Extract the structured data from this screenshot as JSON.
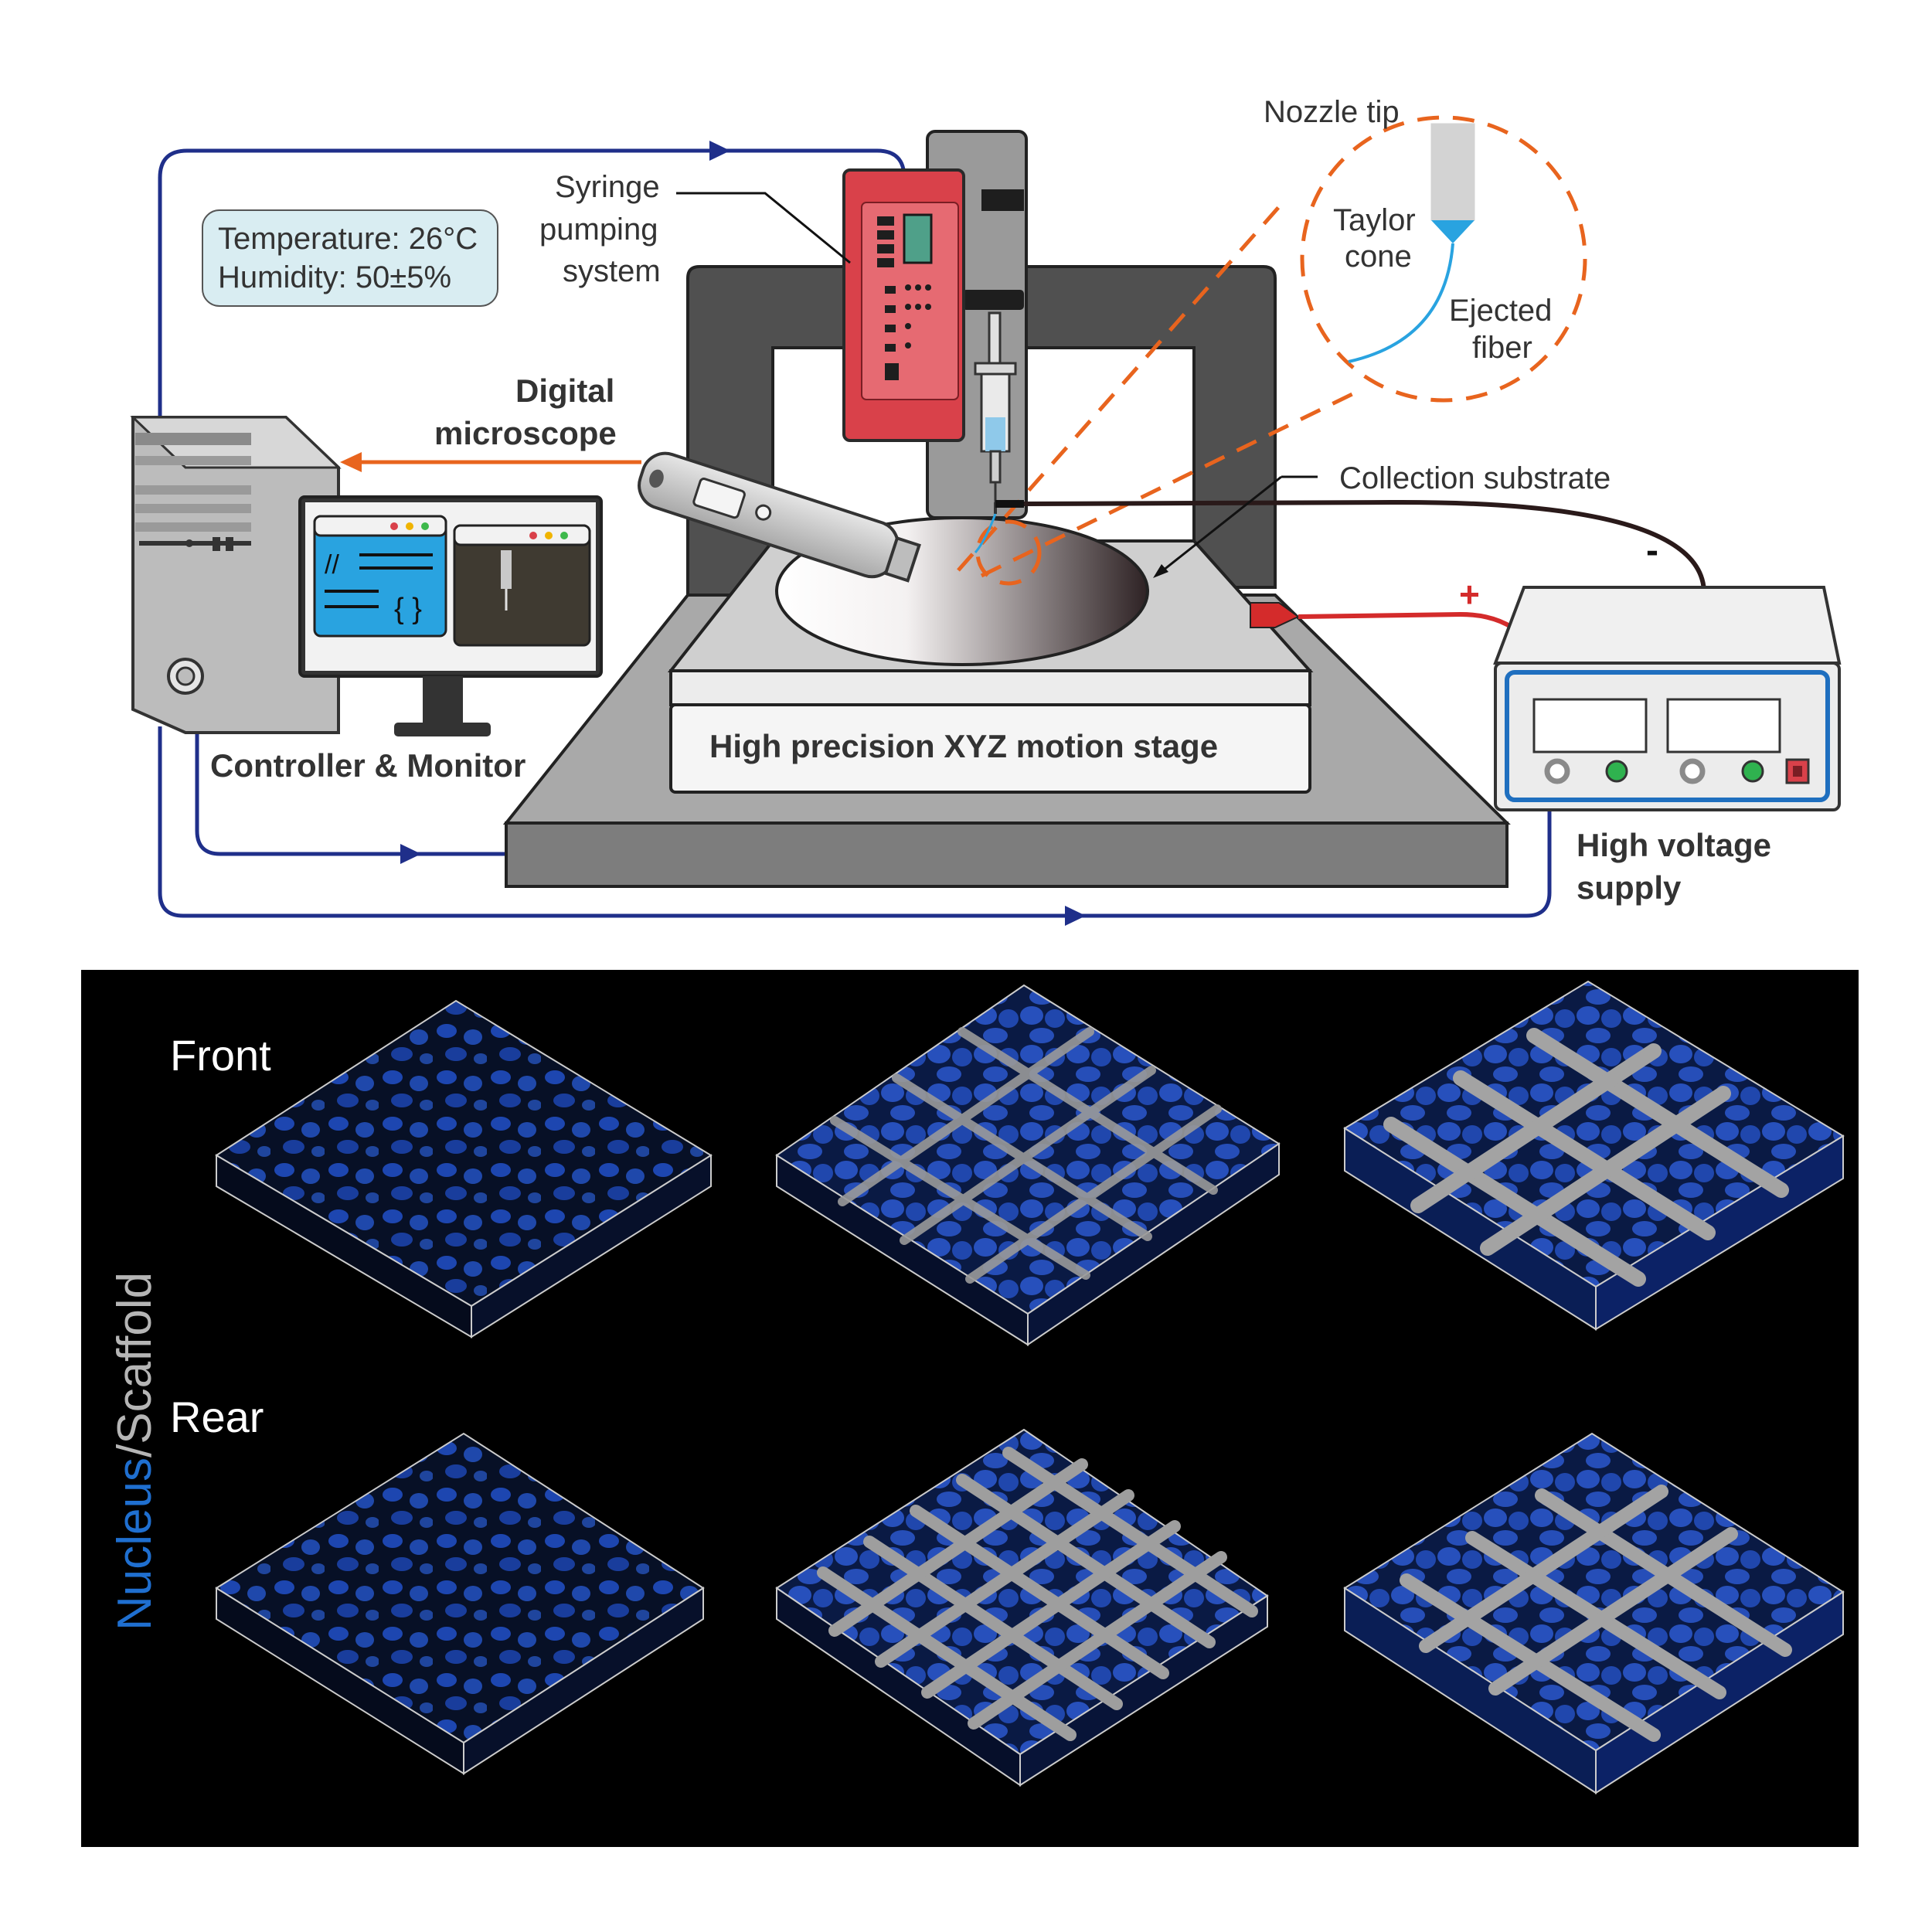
{
  "labels": {
    "nozzle_tip": "Nozzle tip",
    "taylor_cone_1": "Taylor",
    "taylor_cone_2": "cone",
    "ejected_fiber_1": "Ejected",
    "ejected_fiber_2": "fiber",
    "syringe_1": "Syringe",
    "syringe_2": "pumping",
    "syringe_3": "system",
    "temperature": "Temperature: 26°C",
    "humidity": "Humidity: 50±5%",
    "microscope_1": "Digital",
    "microscope_2": "microscope",
    "collection_substrate": "Collection substrate",
    "controller": "Controller & Monitor",
    "stage": "High precision XYZ motion stage",
    "hv_1": "High voltage",
    "hv_2": "supply",
    "minus": "-",
    "plus": "+",
    "code_slashes": "//",
    "code_braces": "{ }"
  },
  "panels": {
    "front": "Front",
    "rear": "Rear",
    "nucleus": "Nucleus",
    "slash_scaffold": "/Scaffold"
  },
  "colors": {
    "flow_arrow": "#1f2f8a",
    "microscope_arrow": "#e8641e",
    "nucleus": "#1f4fbf",
    "scaffold": "#9a9a9a",
    "pump": "#d9414a",
    "cone": "#29a3e0"
  },
  "icons": [
    "computer-tower-icon",
    "monitor-icon",
    "syringe-pump-icon",
    "microscope-icon",
    "power-supply-icon"
  ]
}
